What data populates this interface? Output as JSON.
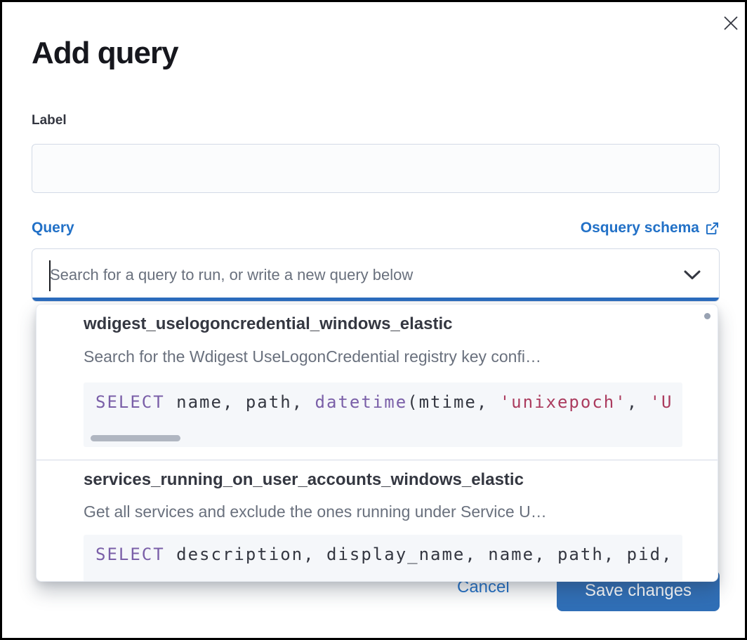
{
  "modal": {
    "title": "Add query",
    "label_field": {
      "label": "Label",
      "value": "",
      "placeholder": ""
    },
    "query_field": {
      "label": "Query",
      "schema_link_label": "Osquery schema",
      "search_placeholder": "Search for a query to run, or write a new query below"
    },
    "dropdown": {
      "options": [
        {
          "title": "wdigest_uselogoncredential_windows_elastic",
          "description": "Search for the Wdigest UseLogonCredential registry key confi…",
          "code_tokens": [
            {
              "type": "keyword",
              "text": "SELECT"
            },
            {
              "type": "plain",
              "text": " name, path, "
            },
            {
              "type": "function",
              "text": "datetime"
            },
            {
              "type": "plain",
              "text": "(mtime, "
            },
            {
              "type": "string",
              "text": "'unixepoch'"
            },
            {
              "type": "plain",
              "text": ", "
            },
            {
              "type": "string",
              "text": "'U"
            }
          ]
        },
        {
          "title": "services_running_on_user_accounts_windows_elastic",
          "description": "Get all services and exclude the ones running under Service U…",
          "code_tokens": [
            {
              "type": "keyword",
              "text": "SELECT"
            },
            {
              "type": "plain",
              "text": " description, display_name, name, path, pid,"
            }
          ]
        }
      ]
    },
    "footer": {
      "cancel_label": "Cancel",
      "save_label": "Save changes"
    }
  },
  "icons": {
    "close": "close-x-icon",
    "external_link": "popout-icon",
    "chevron": "chevron-down-icon"
  },
  "colors": {
    "link_blue": "#2271c7",
    "focus_bar_blue": "#2b6cbe",
    "save_button_blue": "#306fb7",
    "text_dark": "#343741",
    "text_subdued": "#69707d",
    "code_background": "#f5f7fa",
    "code_keyword": "#7a5fa8",
    "code_string": "#ab3b5e",
    "divider": "#d3dae6",
    "input_background": "#fbfcfd",
    "input_border": "#d3dae6"
  }
}
